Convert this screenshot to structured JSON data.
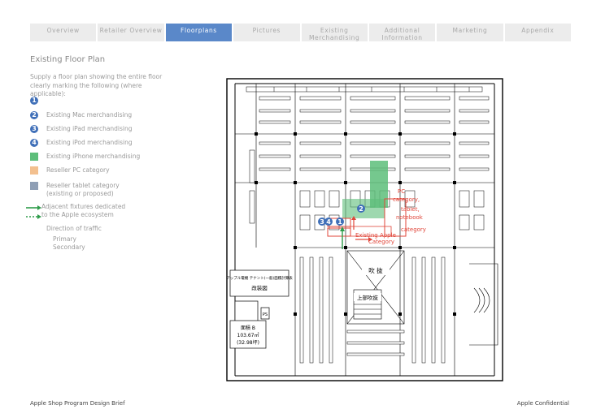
{
  "nav": {
    "tabs": [
      {
        "label": "Overview",
        "active": false
      },
      {
        "label": "Retailer Overview",
        "active": false
      },
      {
        "label": "Floorplans",
        "active": true
      },
      {
        "label": "Pictures",
        "active": false
      },
      {
        "label": "Existing Merchandising",
        "active": false
      },
      {
        "label": "Additional Information",
        "active": false
      },
      {
        "label": "Marketing",
        "active": false
      },
      {
        "label": "Appendix",
        "active": false
      }
    ],
    "active_color": "#5a88c9"
  },
  "page": {
    "title": "Existing Floor Plan",
    "intro": "Supply a floor plan showing the entire floor clearly marking the following (where applicable):"
  },
  "legend": {
    "marker1": "1",
    "mac_marker": "2",
    "mac": "Existing Mac merchandising",
    "ipad_marker": "3",
    "ipad": "Existing iPad merchandising",
    "ipod_marker": "4",
    "ipod": "Existing iPod merchandising",
    "iphone": "Existing iPhone merchandising",
    "pc": "Reseller PC category",
    "tablet": "Reseller tablet category (existing or proposed)",
    "adjacent": "Adjacent fixtures dedicated to the Apple ecosystem",
    "traffic": "Direction of traffic",
    "primary": "Primary",
    "secondary": "Secondary",
    "colors": {
      "iphone": "#5dbe7a",
      "pc": "#f3c08f",
      "tablet": "#8f9fb5",
      "arrow": "#2e9c4a"
    }
  },
  "plan": {
    "block_title": "アップル電機 テナント(一般)面積計算表",
    "block_subtitle": "改装図",
    "area_label": "面積 B",
    "area_m2": "103.67㎡",
    "area_tsubo": "(32.98坪)",
    "stair_label": "上部吹抜",
    "void_label": "吹 抜",
    "ps_label": "PS",
    "mark_1": "1",
    "mark_2": "2",
    "mark_3": "3",
    "mark_4": "4",
    "ann_1": "PC",
    "ann_2": "category,",
    "ann_3": "tablet,",
    "ann_4": "notebook",
    "ann_5": "category",
    "ann_6": "Existing Apple",
    "ann_7": "Category"
  },
  "footer": {
    "left": "Apple Shop Program Design Brief",
    "right": "Apple Confidential"
  }
}
